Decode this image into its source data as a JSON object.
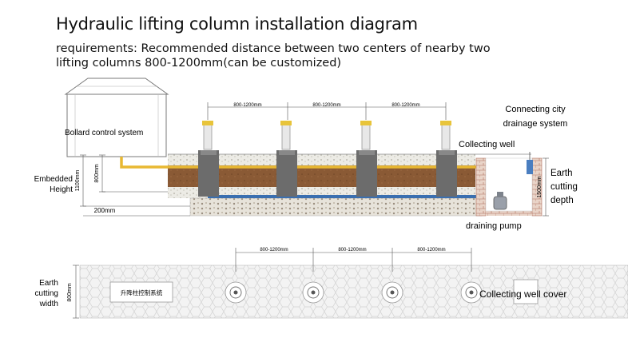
{
  "title": "Hydraulic lifting column installation diagram",
  "requirements": {
    "line1": "requirements: Recommended distance between two centers of nearby two",
    "line2": "lifting columns 800-1200mm(can be customized)"
  },
  "labels": {
    "bollard_control": "Bollard control system",
    "connecting_city_1": "Connecting city",
    "connecting_city_2": "drainage system",
    "collecting_well": "Collecting well",
    "earth_cutting_depth_1": "Earth",
    "earth_cutting_depth_2": "cutting",
    "earth_cutting_depth_3": "depth",
    "embedded_1": "Embedded",
    "embedded_2": "Height",
    "draining_pump": "draining pump",
    "earth_cutting_width_1": "Earth",
    "earth_cutting_width_2": "cutting",
    "earth_cutting_width_3": "width",
    "collecting_well_cover": "Collecting well cover",
    "control_box_cn": "升降柱控制系统"
  },
  "dimensions": {
    "spacing": "800-1200mm",
    "depth_1500": "1500mm",
    "height_1100": "1100mm",
    "height_800": "800mm",
    "base_200": "200mm",
    "width_800": "800mm"
  },
  "colors": {
    "soil": "#8a5a35",
    "pipe_yellow": "#e8b832",
    "pipe_blue": "#3a6fb0",
    "column": "#6c6c6c",
    "gravel": "#e9e7df",
    "brick": "#c98b7d"
  }
}
